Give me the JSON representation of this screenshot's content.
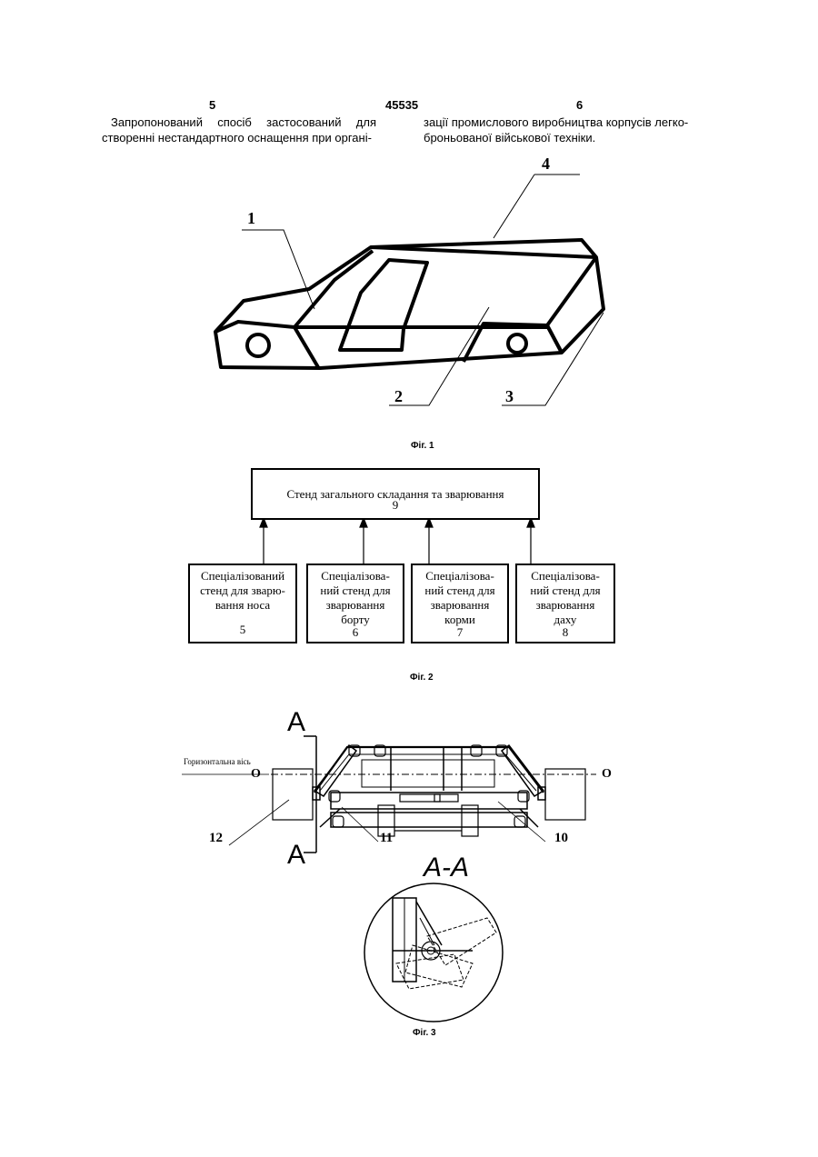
{
  "header": {
    "page_left": "5",
    "patent_number": "45535",
    "page_right": "6"
  },
  "body_text": {
    "left_line1": "Запропонований спосіб застосований для",
    "left_line2": "створенні нестандартного оснащення при органі-",
    "right_line1": "зації промислового виробництва корпусів легко-",
    "right_line2": "броньованої військової техніки."
  },
  "figure1": {
    "caption": "Фіг. 1",
    "labels": [
      "1",
      "4",
      "2",
      "3"
    ]
  },
  "figure2": {
    "caption": "Фіг. 2",
    "main_box": {
      "label": "Стенд загального складання та зварювання",
      "number": "9"
    },
    "sub_boxes": [
      {
        "label_lines": [
          "Спеціалізований",
          "стенд для зварю-",
          "вання носа"
        ],
        "number": "5"
      },
      {
        "label_lines": [
          "Спеціалізова-",
          "ний стенд для",
          "зварювання",
          "борту"
        ],
        "number": "6"
      },
      {
        "label_lines": [
          "Спеціалізова-",
          "ний стенд для",
          "зварювання",
          "корми"
        ],
        "number": "7"
      },
      {
        "label_lines": [
          "Спеціалізова-",
          "ний стенд для",
          "зварювання",
          "даху"
        ],
        "number": "8"
      }
    ]
  },
  "figure3": {
    "caption": "Фіг. 3",
    "axis_label": "Горизонтальна вісь",
    "axis_left": "O",
    "axis_right": "O",
    "section_mark": "A",
    "section_title": "A-A",
    "labels": [
      "12",
      "11",
      "10"
    ]
  }
}
